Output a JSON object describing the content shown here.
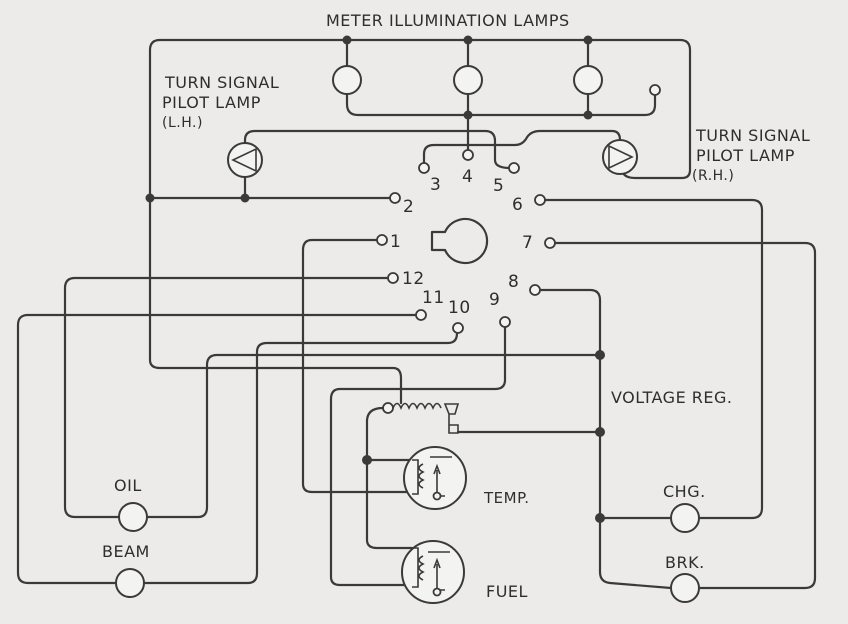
{
  "labels": {
    "meter_lamps": "METER ILLUMINATION LAMPS",
    "turn_lh_1": "TURN SIGNAL",
    "turn_lh_2": "PILOT LAMP",
    "turn_lh_3": "(L.H.)",
    "turn_rh_1": "TURN SIGNAL",
    "turn_rh_2": "PILOT LAMP",
    "turn_rh_3": "(R.H.)",
    "voltage_reg": "VOLTAGE REG.",
    "oil": "OIL",
    "beam": "BEAM",
    "temp": "TEMP.",
    "fuel": "FUEL",
    "chg": "CHG.",
    "brk": "BRK."
  },
  "terminals": [
    "1",
    "2",
    "3",
    "4",
    "5",
    "6",
    "7",
    "8",
    "9",
    "10",
    "11",
    "12"
  ],
  "colors": {
    "background": "#ecebea",
    "wire": "#3a3a3a"
  }
}
